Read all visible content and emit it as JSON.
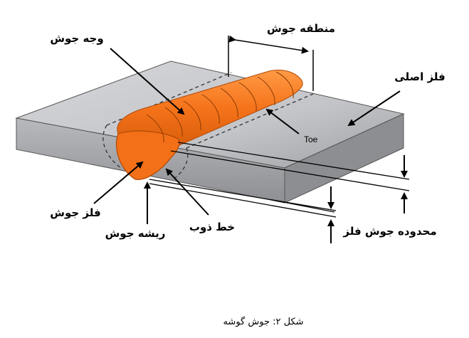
{
  "labels": {
    "weld_face": "وجه جوش",
    "weld_zone": "منطقه جوش",
    "base_metal": "فلز اصلی",
    "toe": "Toe",
    "weld_metal": "فلز جوش",
    "weld_root": "ریشه جوش",
    "fusion_line": "خط ذوب",
    "weld_metal_boundary": "محدوده جوش فلز"
  },
  "caption": "شکل ۲: جوش گوشه",
  "colors": {
    "bead": "#f5731a",
    "bead_dark": "#c9520a",
    "plate_top": "#c7c8cc",
    "plate_front": "#a9aaae",
    "plate_side": "#8d8e92",
    "outline": "#000000"
  }
}
